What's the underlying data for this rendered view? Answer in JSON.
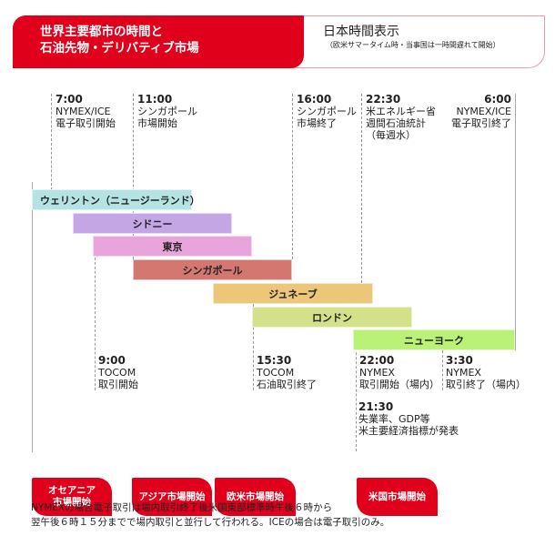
{
  "header": {
    "title_line1": "世界主要都市の時間と",
    "title_line2": "石油先物・デリバティブ市場",
    "display_label": "日本時間表示",
    "display_note": "（欧米サマータイム時・当事国は一時間遅れて開始）"
  },
  "top_events": [
    {
      "time": "7:00",
      "line1": "NYMEX/ICE",
      "line2": "電子取引開始"
    },
    {
      "time": "11:00",
      "line1": "シンガポール",
      "line2": "市場開始"
    },
    {
      "time": "16:00",
      "line1": "シンガポール",
      "line2": "市場終了"
    },
    {
      "time": "22:30",
      "line1": "米エネルギー省",
      "line2": "週間石油統計",
      "line3": "（毎週水）"
    },
    {
      "time": "6:00",
      "line1": "NYMEX/ICE",
      "line2": "電子取引終了"
    }
  ],
  "markets": [
    {
      "name": "ウェリントン（ニュージーランド）",
      "color": "#b5e3e3"
    },
    {
      "name": "シドニー",
      "color": "#c4a6e4"
    },
    {
      "name": "東京",
      "color": "#e8a5dc"
    },
    {
      "name": "シンガポール",
      "color": "#d57771"
    },
    {
      "name": "ジュネーブ",
      "color": "#ecc679"
    },
    {
      "name": "ロンドン",
      "color": "#d4e08a"
    },
    {
      "name": "ニューヨーク",
      "color": "#b9f276"
    }
  ],
  "bottom_events": [
    {
      "time": "9:00",
      "line1": "TOCOM",
      "line2": "取引開始"
    },
    {
      "time": "15:30",
      "line1": "TOCOM",
      "line2": "石油取引終了"
    },
    {
      "time": "22:00",
      "line1": "NYMEX",
      "line2": "取引開始（場内）"
    },
    {
      "time": "3:30",
      "line1": "NYMEX",
      "line2": "取引終了（場内）"
    },
    {
      "time": "21:30",
      "line1": "失業率、GDP等",
      "line2": "米主要経済指標が発表"
    }
  ],
  "tabs": [
    {
      "line1": "オセアニア",
      "line2": "市場開始"
    },
    {
      "line1": "アジア市場開始"
    },
    {
      "line1": "欧米市場開始"
    },
    {
      "line1": "米国市場開始"
    }
  ],
  "footer": {
    "line1": "NYMEXの場合電子取引は場内取引終了後米国東部標準時午後６時から",
    "line2": "翌午後６時１５分までで場内取引と並行して行われる。ICEの場合は電子取引のみ。"
  },
  "colors": {
    "accent": "#e0001b"
  }
}
